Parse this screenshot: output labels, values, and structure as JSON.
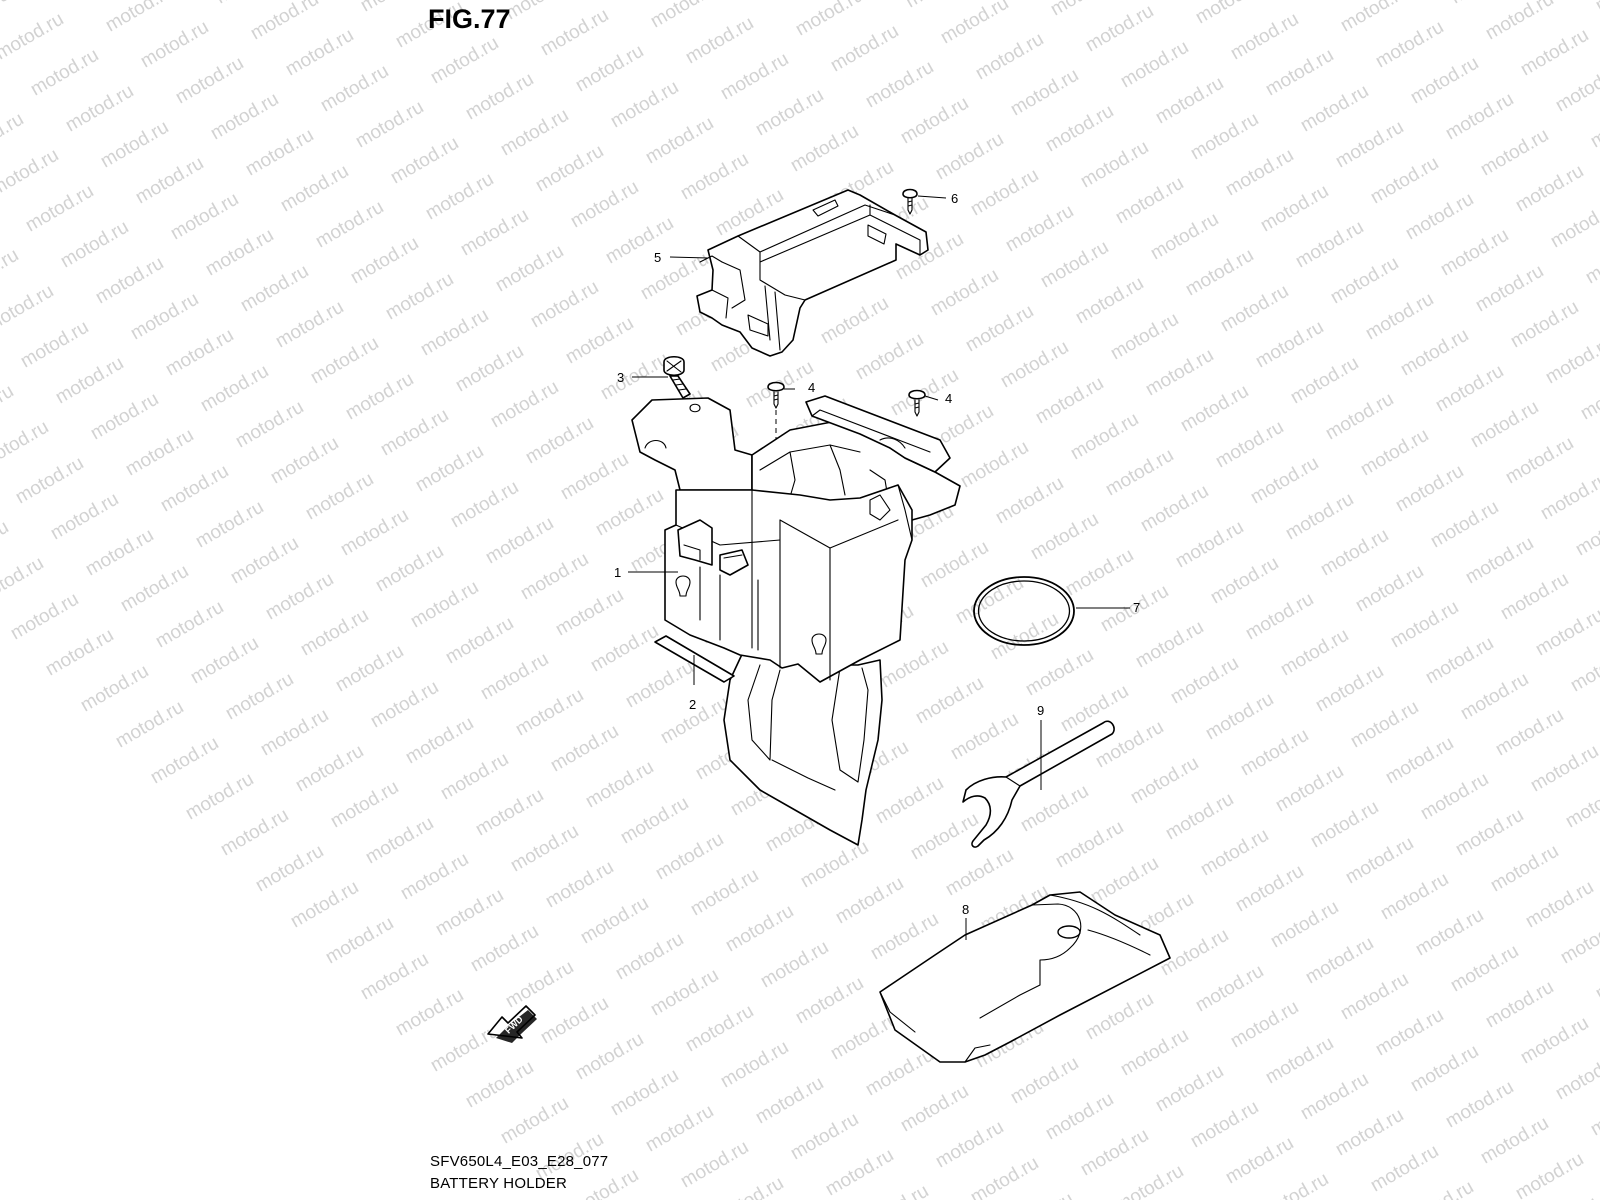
{
  "figure": {
    "title": "FIG.77",
    "code": "SFV650L4_E03_E28_077",
    "name": "BATTERY HOLDER"
  },
  "watermark": {
    "text": "motod.ru",
    "color": "#d2d2d2"
  },
  "fwd_label": "FWD",
  "callouts": [
    {
      "id": "1",
      "part": "battery-box"
    },
    {
      "id": "2",
      "part": "cushion-pad"
    },
    {
      "id": "3",
      "part": "bolt"
    },
    {
      "id": "4",
      "part": "screw-left"
    },
    {
      "id": "4",
      "part": "screw-right"
    },
    {
      "id": "5",
      "part": "holder-bracket"
    },
    {
      "id": "6",
      "part": "screw-top"
    },
    {
      "id": "7",
      "part": "o-ring"
    },
    {
      "id": "8",
      "part": "tool-bag"
    },
    {
      "id": "9",
      "part": "spanner"
    }
  ]
}
